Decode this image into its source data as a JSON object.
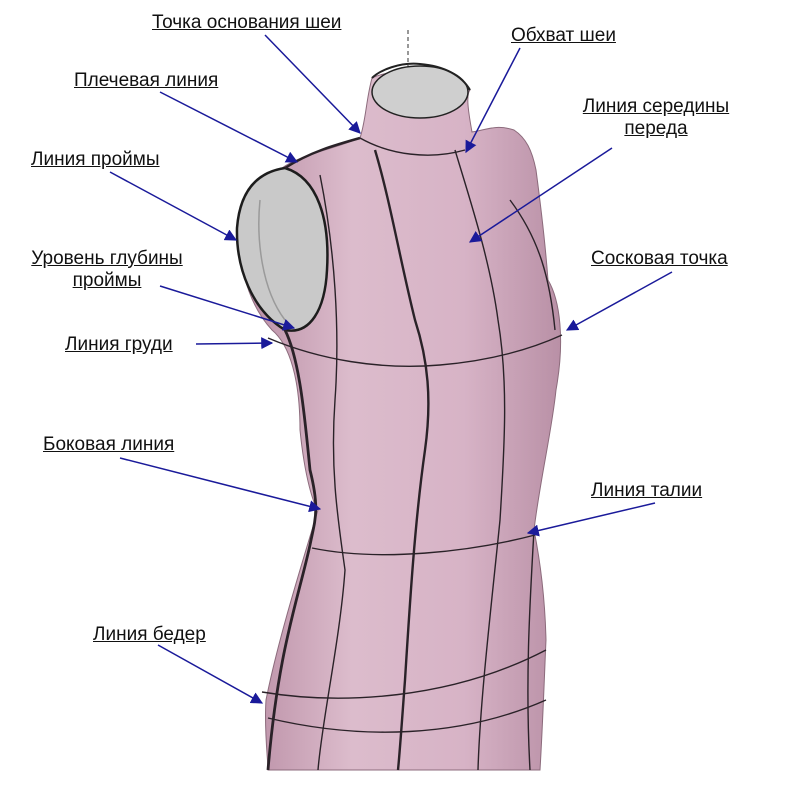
{
  "colors": {
    "body_fill": "#d7b3c6",
    "body_shade": "#b98da4",
    "cavity_fill": "#c9c9c9",
    "seam_line": "#2a2228",
    "pointer_line": "#1a1a9a",
    "label_text": "#111111"
  },
  "labels": {
    "neck_base_point": "Точка основания шеи",
    "neck_girth": "Обхват шеи",
    "shoulder_line": "Плечевая линия",
    "center_front_line_1": "Линия середины",
    "center_front_line_2": "переда",
    "armhole_line": "Линия проймы",
    "armhole_depth_1": "Уровень глубины",
    "armhole_depth_2": "проймы",
    "nipple_point": "Сосковая точка",
    "bust_line": "Линия груди",
    "side_line": "Боковая линия",
    "waist_line": "Линия талии",
    "hip_line": "Линия бедер"
  }
}
